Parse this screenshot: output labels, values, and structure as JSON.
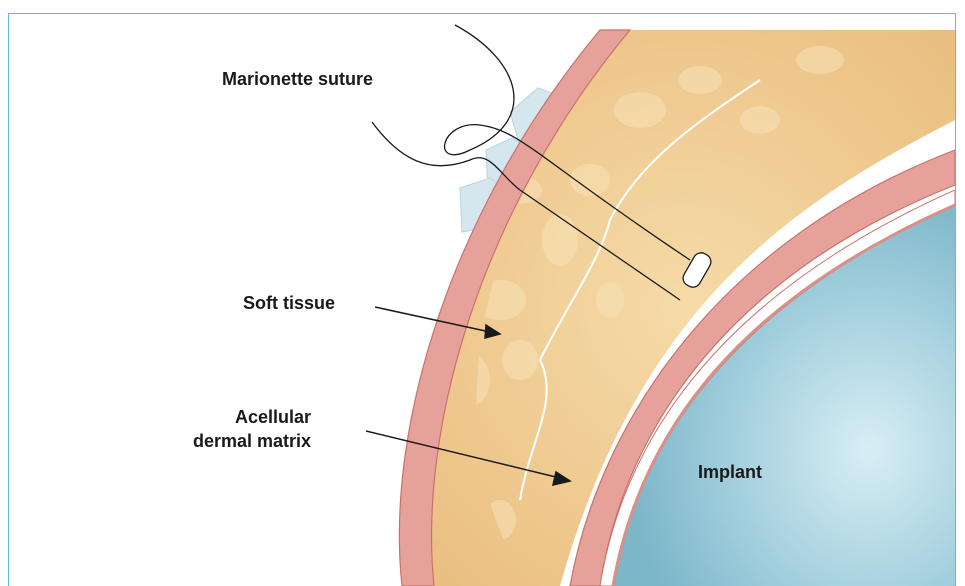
{
  "labels": {
    "marionette_suture": "Marionette suture",
    "soft_tissue": "Soft tissue",
    "adm_line1": "Acellular",
    "adm_line2": "dermal matrix",
    "implant": "Implant"
  },
  "colors": {
    "frame_border": "#59bde2",
    "skin": "#e6a29a",
    "fat": "#f0c98f",
    "implant": "#8fc3d4",
    "bolster": "#d4e6ee",
    "suture": "#1a1a1a"
  }
}
